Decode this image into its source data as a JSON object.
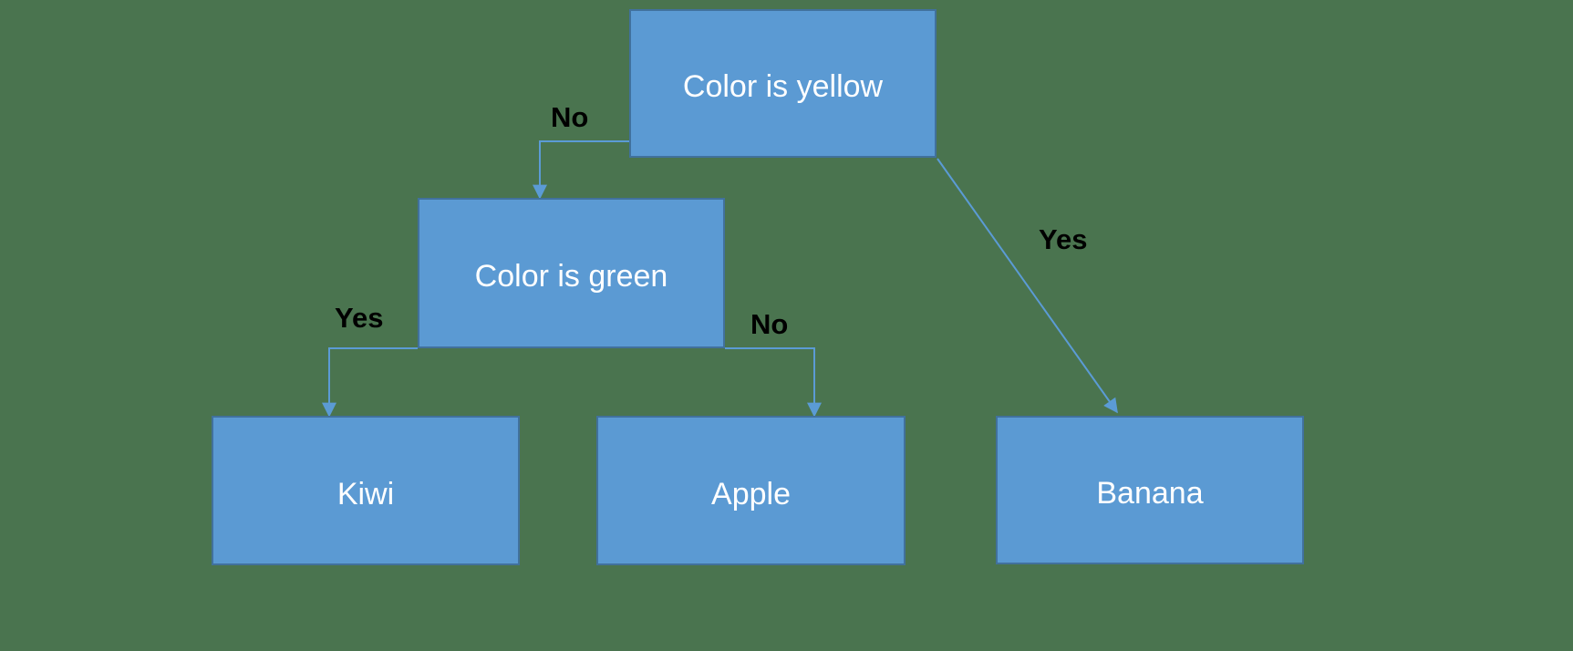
{
  "diagram": {
    "type": "decision-tree",
    "nodes": {
      "root": {
        "id": "root",
        "label": "Color is yellow"
      },
      "green": {
        "id": "green",
        "label": "Color is green"
      },
      "kiwi": {
        "id": "kiwi",
        "label": "Kiwi"
      },
      "apple": {
        "id": "apple",
        "label": "Apple"
      },
      "banana": {
        "id": "banana",
        "label": "Banana"
      }
    },
    "edges": {
      "root_no": {
        "from": "root",
        "to": "green",
        "label": "No"
      },
      "root_yes": {
        "from": "root",
        "to": "banana",
        "label": "Yes"
      },
      "green_yes": {
        "from": "green",
        "to": "kiwi",
        "label": "Yes"
      },
      "green_no": {
        "from": "green",
        "to": "apple",
        "label": "No"
      }
    }
  },
  "colors": {
    "background": "#4A744F",
    "node_fill": "#5B9AD3",
    "node_border": "#41719C",
    "node_text": "#FFFFFF",
    "connector": "#5B9BD5",
    "edge_label_text": "#000000"
  }
}
